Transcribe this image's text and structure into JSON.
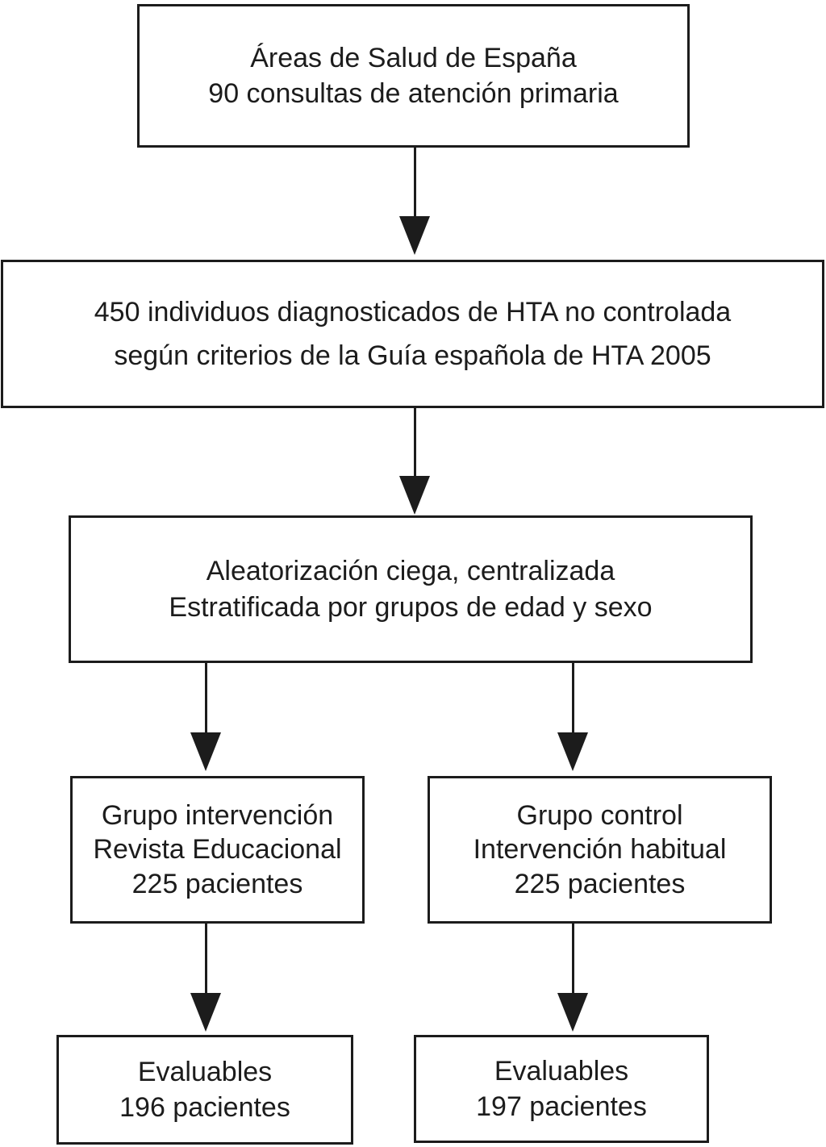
{
  "diagram": {
    "type": "flowchart",
    "background_color": "#ffffff",
    "line_color": "#1c1c1c",
    "nodes": {
      "areas": {
        "lines": [
          "Áreas de Salud de España",
          "90 consultas de atención primaria"
        ]
      },
      "individuos": {
        "lines": [
          "450 individuos diagnosticados de HTA no controlada",
          "según criterios de la Guía española de HTA 2005"
        ]
      },
      "aleatorizacion": {
        "lines": [
          "Aleatorización ciega, centralizada",
          "Estratificada por grupos de edad y sexo"
        ]
      },
      "grupo_intervencion": {
        "lines": [
          "Grupo intervención",
          "Revista Educacional",
          "225 pacientes"
        ]
      },
      "grupo_control": {
        "lines": [
          "Grupo control",
          "Intervención habitual",
          "225 pacientes"
        ]
      },
      "evaluables_intervencion": {
        "lines": [
          "Evaluables",
          "196 pacientes"
        ]
      },
      "evaluables_control": {
        "lines": [
          "Evaluables",
          "197 pacientes"
        ]
      }
    },
    "edges": [
      {
        "from": "areas",
        "to": "individuos"
      },
      {
        "from": "individuos",
        "to": "aleatorizacion"
      },
      {
        "from": "aleatorizacion",
        "to": "grupo_intervencion"
      },
      {
        "from": "aleatorizacion",
        "to": "grupo_control"
      },
      {
        "from": "grupo_intervencion",
        "to": "evaluables_intervencion"
      },
      {
        "from": "grupo_control",
        "to": "evaluables_control"
      }
    ]
  }
}
